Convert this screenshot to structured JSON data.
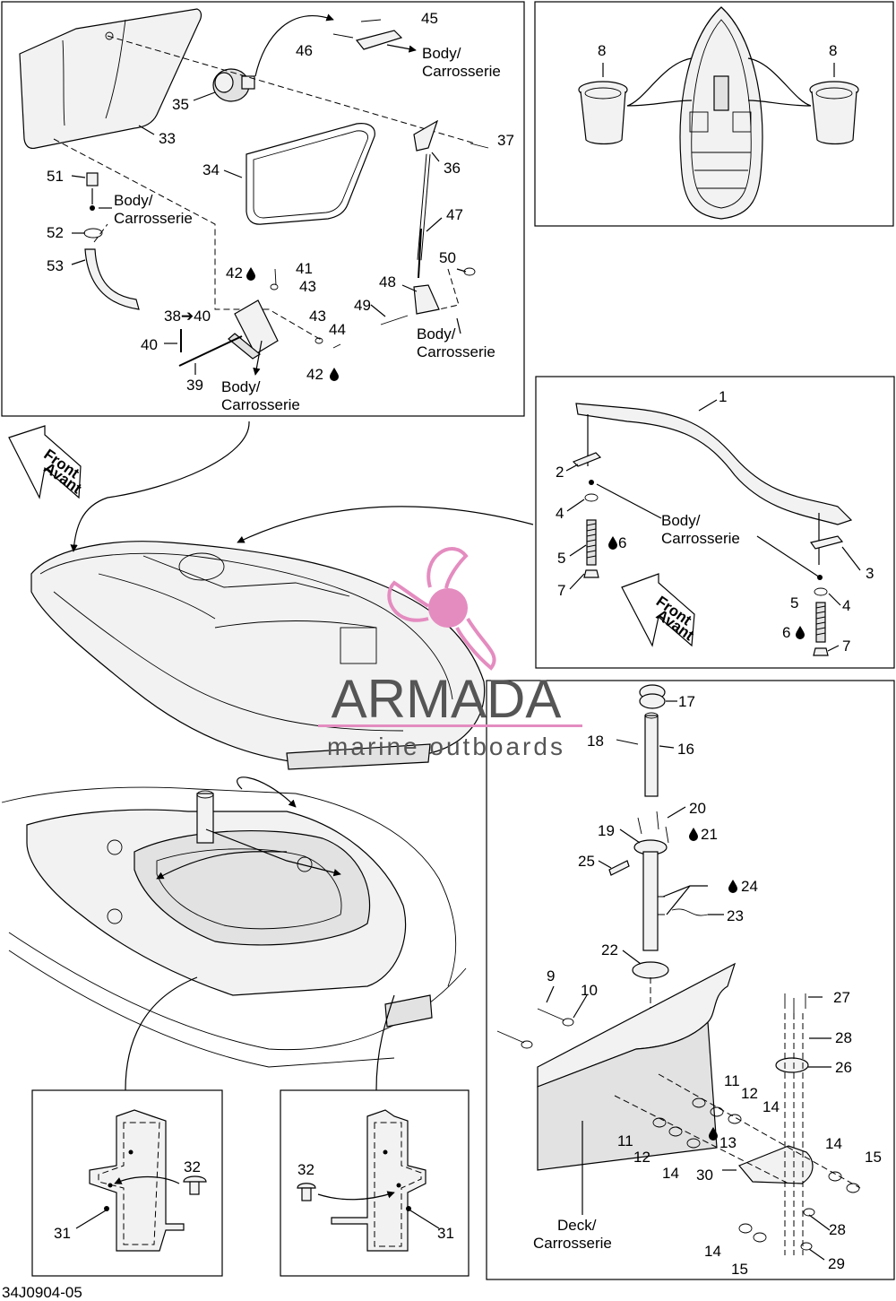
{
  "labels": {
    "n1": "1",
    "n2": "2",
    "n3": "3",
    "n4a": "4",
    "n4b": "4",
    "n5a": "5",
    "n5b": "5",
    "n6a": "6",
    "n6b": "6",
    "n7a": "7",
    "n7b": "7",
    "n8a": "8",
    "n8b": "8",
    "n9": "9",
    "n10": "10",
    "n11a": "11",
    "n11b": "11",
    "n12a": "12",
    "n12b": "12",
    "n13": "13",
    "n14a": "14",
    "n14b": "14",
    "n14c": "14",
    "n14d": "14",
    "n15a": "15",
    "n15b": "15",
    "n16": "16",
    "n17": "17",
    "n18": "18",
    "n19": "19",
    "n20": "20",
    "n21": "21",
    "n22": "22",
    "n23": "23",
    "n24": "24",
    "n25": "25",
    "n26": "26",
    "n27": "27",
    "n28a": "28",
    "n28b": "28",
    "n29": "29",
    "n30": "30",
    "n31a": "31",
    "n31b": "31",
    "n32a": "32",
    "n32b": "32",
    "n33": "33",
    "n34": "34",
    "n35": "35",
    "n36": "36",
    "n37": "37",
    "n38_40": "38➔40",
    "n39": "39",
    "n40": "40",
    "n41": "41",
    "n42a": "42",
    "n42b": "42",
    "n43a": "43",
    "n43b": "43",
    "n44": "44",
    "n45": "45",
    "n46": "46",
    "n47": "47",
    "n48": "48",
    "n49": "49",
    "n50": "50",
    "n51": "51",
    "n52": "52",
    "n53": "53"
  },
  "body_label": {
    "line1": "Body/",
    "line2": "Carrosserie"
  },
  "deck_label": {
    "line1": "Deck/",
    "line2": "Carrosserie"
  },
  "front_label": {
    "line1": "Front",
    "line2": "Avant"
  },
  "watermark": {
    "name": "ARMADA",
    "tagline": "marine outboards",
    "color": "#e48cc0"
  },
  "figure_code": "34J0904-05",
  "icons": {
    "drop": "liquid-drop-icon",
    "arrow": "front-arrow-icon"
  }
}
